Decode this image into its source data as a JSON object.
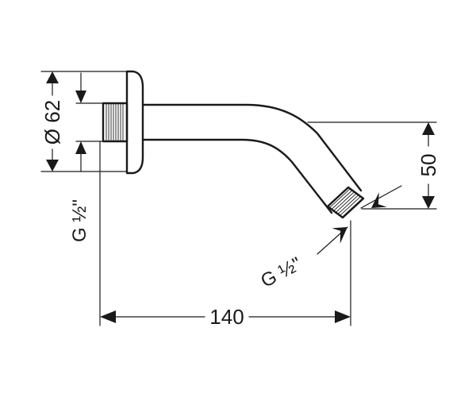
{
  "dimensions": {
    "flange_diameter": "Ø 62",
    "thread_left": "G ½\"",
    "thread_right": "G ½\"",
    "length": "140",
    "height": "50"
  },
  "colors": {
    "line": "#1a1a1a",
    "background": "#ffffff"
  }
}
